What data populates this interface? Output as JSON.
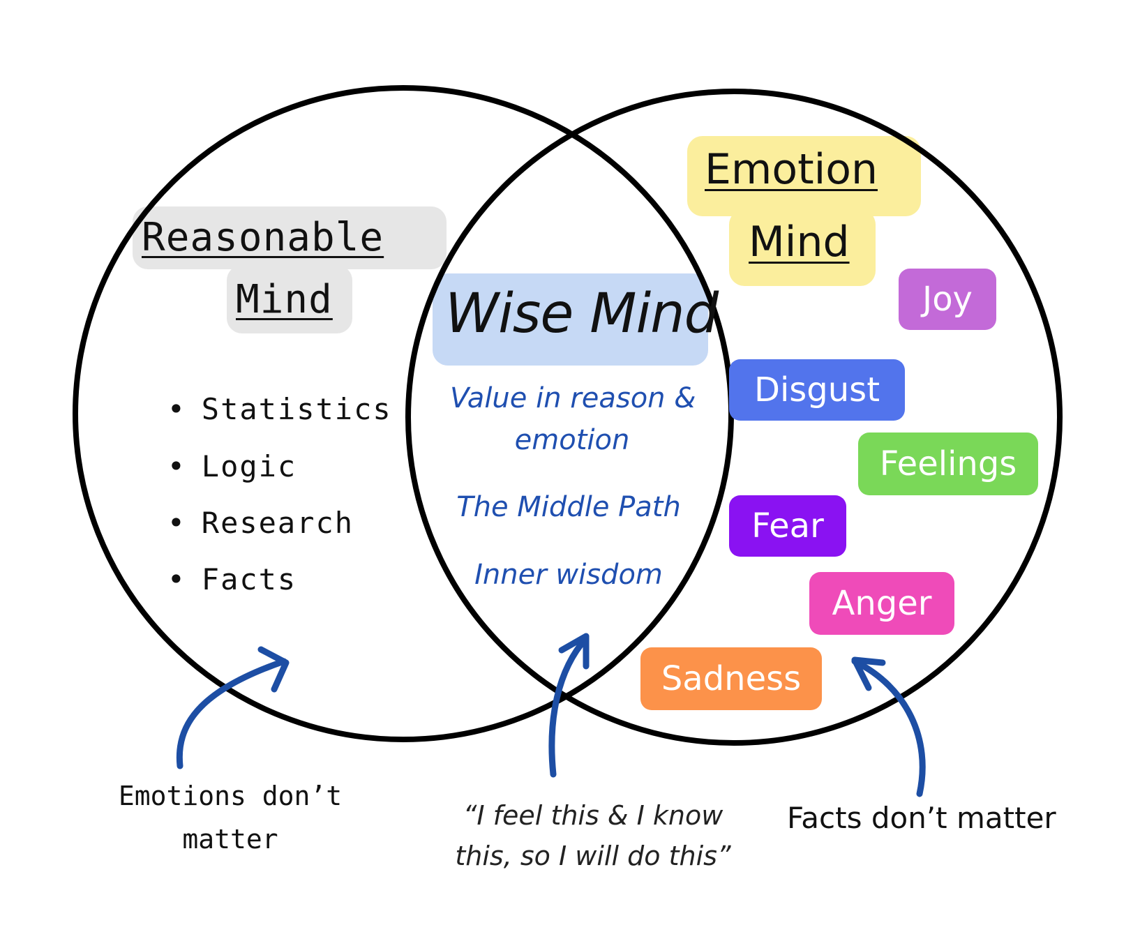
{
  "colors": {
    "reasonable_highlight": "#e6e6e6",
    "emotion_highlight": "#fbee9d",
    "wise_highlight": "#c6d9f5",
    "wise_text": "#1f4fb0",
    "arrow": "#1d4ea4",
    "circle_stroke": "#000000"
  },
  "reasonable": {
    "title_line1": "Reasonable",
    "title_line2": "Mind",
    "items": [
      "Statistics",
      "Logic",
      "Research",
      "Facts"
    ],
    "bullet": "•"
  },
  "emotion": {
    "title_line1": "Emotion",
    "title_line2": "Mind",
    "chips": [
      {
        "label": "Joy",
        "color": "#c36ad8"
      },
      {
        "label": "Disgust",
        "color": "#5274ec"
      },
      {
        "label": "Feelings",
        "color": "#7ad858"
      },
      {
        "label": "Fear",
        "color": "#8a12f2"
      },
      {
        "label": "Anger",
        "color": "#ef4bb9"
      },
      {
        "label": "Sadness",
        "color": "#fc924a"
      }
    ]
  },
  "wise": {
    "title": "Wise Mind",
    "line1": "Value in reason &",
    "line2": "emotion",
    "line3": "The Middle Path",
    "line4": "Inner wisdom"
  },
  "annotations": {
    "left_line1": "Emotions don’t",
    "left_line2": "matter",
    "center_line1": "“I feel this & I know",
    "center_line2": "this, so I will do this”",
    "right": "Facts don’t matter"
  }
}
